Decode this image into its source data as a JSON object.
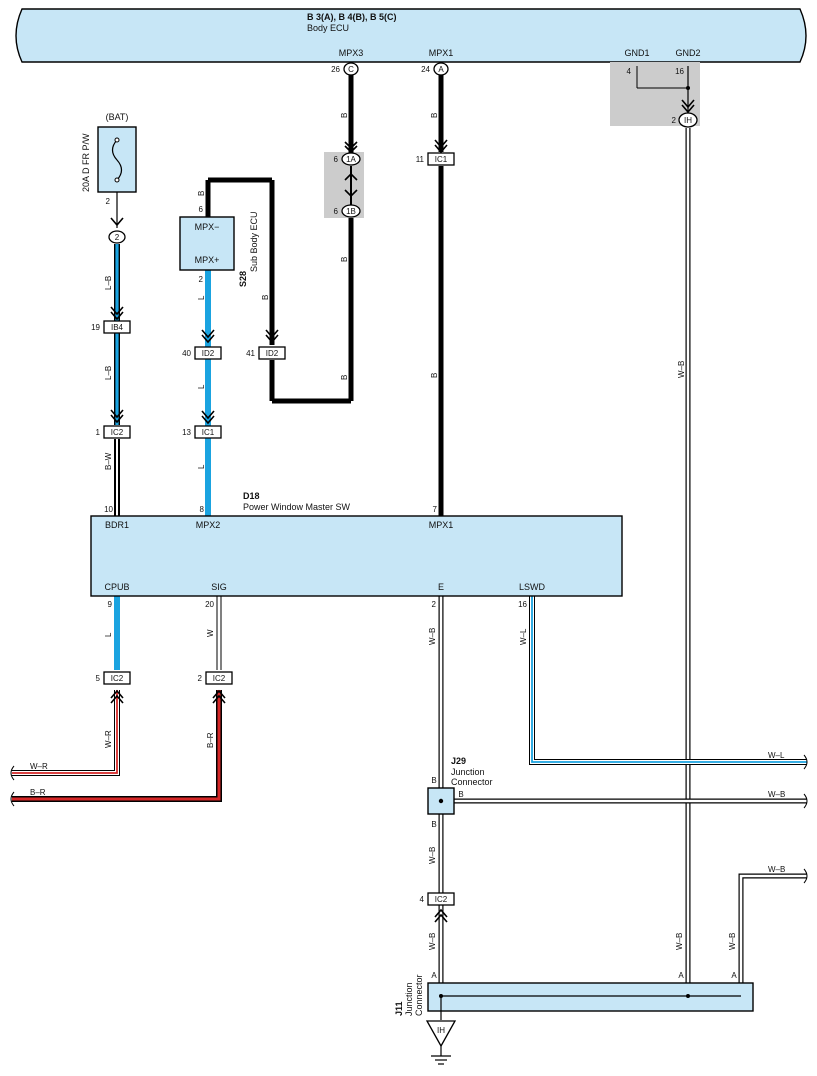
{
  "body_ecu": {
    "connectors": "B 3(A), B 4(B), B 5(C)",
    "name": "Body ECU",
    "terminals": {
      "mpx3": {
        "name": "MPX3",
        "pin": "26",
        "conn": "C"
      },
      "mpx1": {
        "name": "MPX1",
        "pin": "24",
        "conn": "A"
      },
      "gnd1": {
        "name": "GND1",
        "pin": "4"
      },
      "gnd2": {
        "name": "GND2",
        "pin": "16"
      }
    }
  },
  "fuse": {
    "source": "(BAT)",
    "name": "20A D FR P/W",
    "pin_out": "2",
    "connector": "2"
  },
  "sub_body_ecu": {
    "code": "S28",
    "name": "Sub Body ECU",
    "t1": "MPX−",
    "t2": "MPX+",
    "pin_t1": "6",
    "pin_t2": "2"
  },
  "master_sw": {
    "code": "D18",
    "name": "Power Window Master SW",
    "top": [
      {
        "name": "BDR1",
        "pin": "10"
      },
      {
        "name": "MPX2",
        "pin": "8"
      },
      {
        "name": "MPX1",
        "pin": "7"
      }
    ],
    "bottom": [
      {
        "name": "CPUB",
        "pin": "9"
      },
      {
        "name": "SIG",
        "pin": "20"
      },
      {
        "name": "E",
        "pin": "2"
      },
      {
        "name": "LSWD",
        "pin": "16"
      }
    ]
  },
  "inline_connectors": {
    "ih_gnd": {
      "code": "IH",
      "pin": "2"
    },
    "c1a": {
      "code": "1A",
      "pin": "6"
    },
    "c1b": {
      "code": "1B",
      "pin": "6"
    },
    "ic1_mpx1": {
      "code": "IC1",
      "pin": "11"
    },
    "ib4": {
      "code": "IB4",
      "pin": "19"
    },
    "id2_a": {
      "code": "ID2",
      "pin": "40"
    },
    "id2_b": {
      "code": "ID2",
      "pin": "41"
    },
    "ic2_bdr": {
      "code": "IC2",
      "pin": "1"
    },
    "ic1_mpx2": {
      "code": "IC1",
      "pin": "13"
    },
    "ic2_cpub": {
      "code": "IC2",
      "pin": "5"
    },
    "ic2_sig": {
      "code": "IC2",
      "pin": "2"
    },
    "ic2_e": {
      "code": "IC2",
      "pin": "4"
    }
  },
  "j29": {
    "code": "J29",
    "name_l1": "Junction",
    "name_l2": "Connector",
    "pin_top": "B",
    "pin_right": "B",
    "pin_bottom": "B"
  },
  "j11": {
    "code": "J11",
    "name_l1": "Junction",
    "name_l2": "Connector",
    "pin_a1": "A",
    "pin_a2": "A",
    "pin_a3": "A"
  },
  "ground": {
    "code": "IH"
  },
  "wire_colors": {
    "mpx3_upper": "B",
    "mpx3_lower": "B",
    "mpx1_upper": "B",
    "mpx1_lower": "B",
    "gnd_wb": "W–B",
    "fuse_lb1": "L–B",
    "fuse_lb2": "L–B",
    "bdr_bw": "B–W",
    "sub_b_top": "B",
    "sub_b_side": "B",
    "sub_l1": "L",
    "sub_l2": "L",
    "sub_l3": "L",
    "cpub_l": "L",
    "sig_w": "W",
    "e_wb1": "W–B",
    "lswd_wl": "W–L",
    "cpub_wr": "W–R",
    "sig_br": "B–R",
    "out_wr": "W–R",
    "out_br": "B–R",
    "out_wl": "W–L",
    "out_wb1": "W–B",
    "out_wb2": "W–B",
    "e_wb2": "W–B",
    "e_wb3": "W–B",
    "gnd_wb2": "W–B",
    "j11_wb": "W–B"
  },
  "colors": {
    "component_fill": "#c7e6f6",
    "wire_blue": "#1aa3e0",
    "wire_red": "#d62828",
    "ground_box": "#cccccc"
  }
}
